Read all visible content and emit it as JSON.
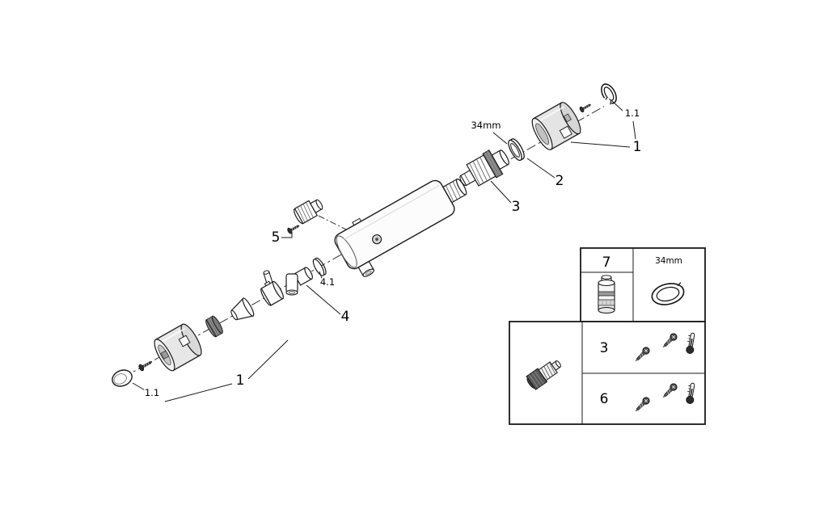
{
  "diagram": {
    "callouts": {
      "top_group": "1",
      "top_sub": "1.1",
      "ring_size": "34mm",
      "retaining_ring": "2",
      "cartridge": "3",
      "union": "5",
      "outlet_group": "4",
      "outlet_sub": "4.1",
      "bottom_group": "1",
      "bottom_sub": "1.1"
    },
    "parts": [
      "cap-plug",
      "fixing-screw",
      "handle-sleeve",
      "knurled-nut",
      "cone-adapter",
      "control-cartridge",
      "shower-elbow",
      "o-ring",
      "mixer-body",
      "check-valve-union",
      "thermostatic-cartridge",
      "retaining-ring",
      "escutcheon-sleeve",
      "cap-clip"
    ]
  },
  "legend": {
    "kit_number": "7",
    "ring_size": "34mm",
    "row1_number": "3",
    "row2_number": "6",
    "icons": {
      "kit": "thermostat-cartridge-icon",
      "ring": "retaining-ring-icon",
      "reference": "check-valve-icon",
      "row_items": [
        "screw-icon",
        "screw-icon",
        "thermometer-icon"
      ]
    }
  },
  "colors": {
    "line": "#1a1a1a",
    "background": "#ffffff",
    "metal_light": "#e7e7e7",
    "metal_mid": "#bdbdbd",
    "metal_dark": "#6e6e6e"
  }
}
